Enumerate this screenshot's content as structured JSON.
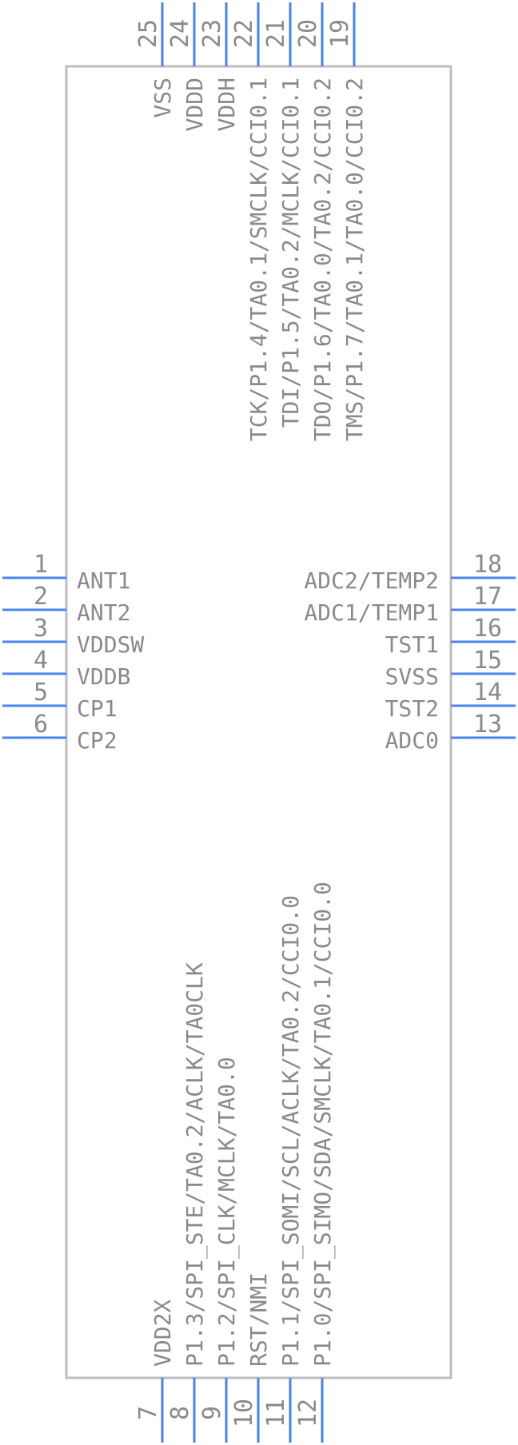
{
  "component": {
    "pins": [
      {
        "num": "1",
        "name": "ANT1",
        "side": "left"
      },
      {
        "num": "2",
        "name": "ANT2",
        "side": "left"
      },
      {
        "num": "3",
        "name": "VDDSW",
        "side": "left"
      },
      {
        "num": "4",
        "name": "VDDB",
        "side": "left"
      },
      {
        "num": "5",
        "name": "CP1",
        "side": "left"
      },
      {
        "num": "6",
        "name": "CP2",
        "side": "left"
      },
      {
        "num": "7",
        "name": "VDD2X",
        "side": "bottom"
      },
      {
        "num": "8",
        "name": "P1.3/SPI_STE/TA0.2/ACLK/TA0CLK",
        "side": "bottom"
      },
      {
        "num": "9",
        "name": "P1.2/SPI_CLK/MCLK/TA0.0",
        "side": "bottom"
      },
      {
        "num": "10",
        "name": "RST/NMI",
        "side": "bottom"
      },
      {
        "num": "11",
        "name": "P1.1/SPI_SOMI/SCL/ACLK/TA0.2/CCI0.0",
        "side": "bottom"
      },
      {
        "num": "12",
        "name": "P1.0/SPI_SIMO/SDA/SMCLK/TA0.1/CCI0.0",
        "side": "bottom"
      },
      {
        "num": "13",
        "name": "ADC0",
        "side": "right"
      },
      {
        "num": "14",
        "name": "TST2",
        "side": "right"
      },
      {
        "num": "15",
        "name": "SVSS",
        "side": "right"
      },
      {
        "num": "16",
        "name": "TST1",
        "side": "right"
      },
      {
        "num": "17",
        "name": "ADC1/TEMP1",
        "side": "right"
      },
      {
        "num": "18",
        "name": "ADC2/TEMP2",
        "side": "right"
      },
      {
        "num": "19",
        "name": "TMS/P1.7/TA0.1/TA0.0/CCI0.2",
        "side": "top"
      },
      {
        "num": "20",
        "name": "TDO/P1.6/TA0.0/TA0.2/CCI0.2",
        "side": "top"
      },
      {
        "num": "21",
        "name": "TDI/P1.5/TA0.2/MCLK/CCI0.1",
        "side": "top"
      },
      {
        "num": "22",
        "name": "TCK/P1.4/TA0.1/SMCLK/CCI0.1",
        "side": "top"
      },
      {
        "num": "23",
        "name": "VDDH",
        "side": "top"
      },
      {
        "num": "24",
        "name": "VDDD",
        "side": "top"
      },
      {
        "num": "25",
        "name": "VSS",
        "side": "top"
      }
    ]
  },
  "colors": {
    "pin": "#4a86e8",
    "text": "#8a8a8a",
    "body": "#bdbdbd"
  }
}
